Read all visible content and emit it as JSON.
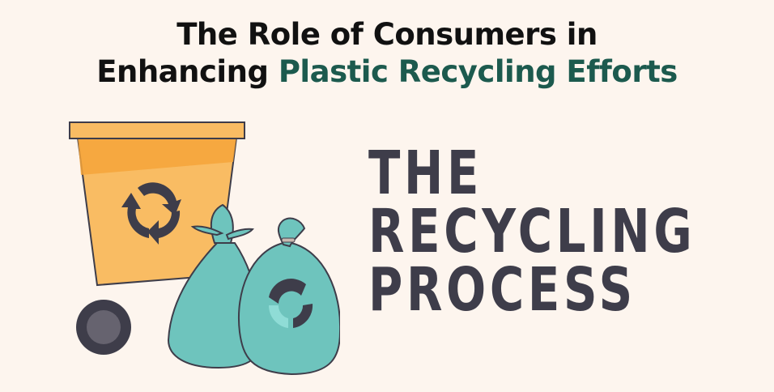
{
  "header": {
    "title_line1": "The Role of Consumers in",
    "title_line2_plain": "Enhancing ",
    "title_line2_accent": "Plastic Recycling Efforts"
  },
  "heading": {
    "line1": "THE",
    "line2": "RECYCLING",
    "line3": "PROCESS"
  },
  "illustration": {
    "items": [
      "recycling-bin-icon",
      "trash-bag-icon",
      "recycling-bag-icon"
    ]
  },
  "colors": {
    "background": "#fdf5ee",
    "title": "#111111",
    "accent": "#1c5a4e",
    "heading": "#3e3d4a",
    "bin": "#f9bc63",
    "bin_shadow": "#f6a43a",
    "bag": "#6ec4bd",
    "outline": "#3e3d4a"
  }
}
